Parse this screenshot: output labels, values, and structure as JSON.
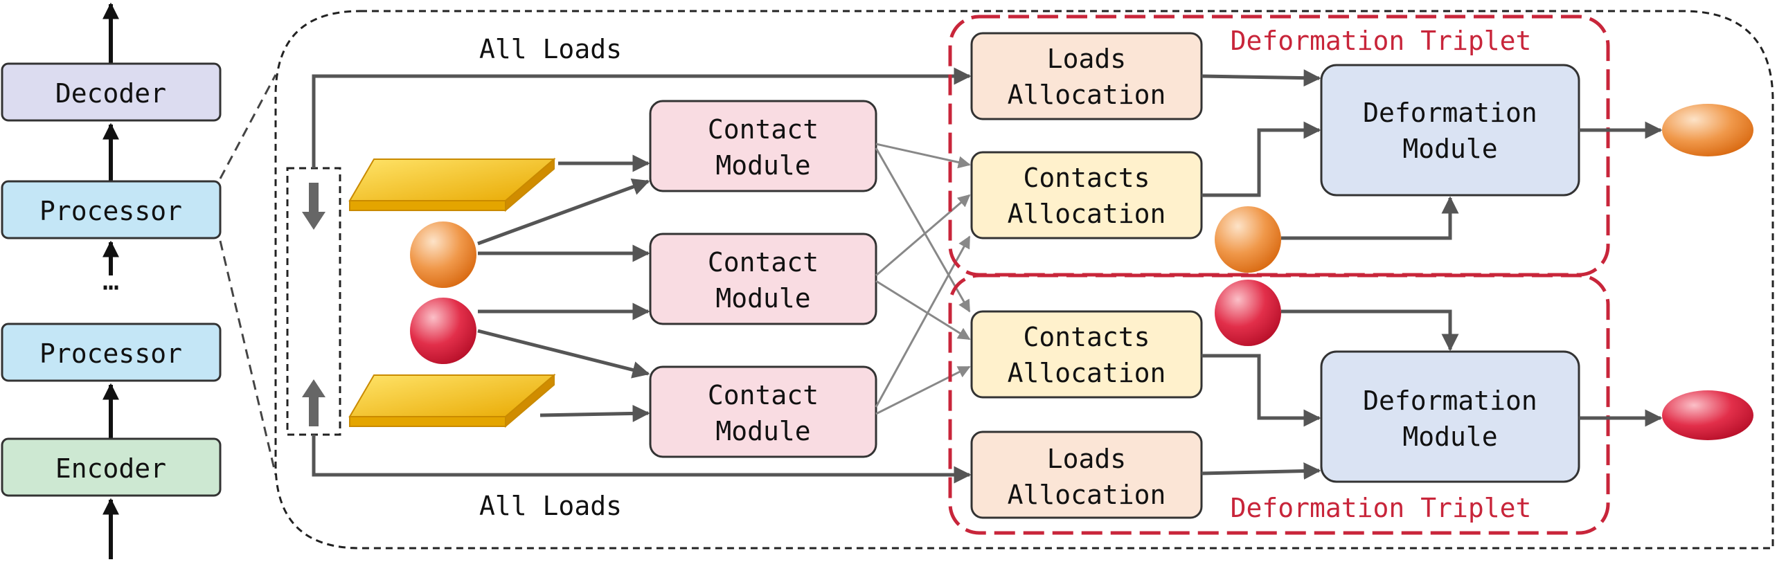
{
  "stack": {
    "decoder": "Decoder",
    "processor_top": "Processor",
    "ellipsis": "⋯",
    "processor_bottom": "Processor",
    "encoder": "Encoder"
  },
  "flow": {
    "all_loads_top": "All Loads",
    "all_loads_bottom": "All Loads"
  },
  "contact_modules": [
    {
      "line1": "Contact",
      "line2": "Module"
    },
    {
      "line1": "Contact",
      "line2": "Module"
    },
    {
      "line1": "Contact",
      "line2": "Module"
    }
  ],
  "triplets": [
    {
      "title": "Deformation Triplet",
      "loads": {
        "line1": "Loads",
        "line2": "Allocation"
      },
      "contacts": {
        "line1": "Contacts",
        "line2": "Allocation"
      },
      "deformation": {
        "line1": "Deformation",
        "line2": "Module"
      }
    },
    {
      "title": "Deformation Triplet",
      "loads": {
        "line1": "Loads",
        "line2": "Allocation"
      },
      "contacts": {
        "line1": "Contacts",
        "line2": "Allocation"
      },
      "deformation": {
        "line1": "Deformation",
        "line2": "Module"
      }
    }
  ],
  "colors": {
    "decoder_fill": "#dcdcf0",
    "processor_fill": "#c4e6f6",
    "encoder_fill": "#cde8d2",
    "contact_fill": "#f9dce2",
    "loads_alloc_fill": "#fbe5d6",
    "contacts_alloc_fill": "#fff1cc",
    "deformation_fill": "#dae3f3",
    "triplet_border": "#c8253a",
    "plate_fill": "#f5c400",
    "orange_ball": "#ec8a3c",
    "red_ball": "#d81e3c"
  }
}
